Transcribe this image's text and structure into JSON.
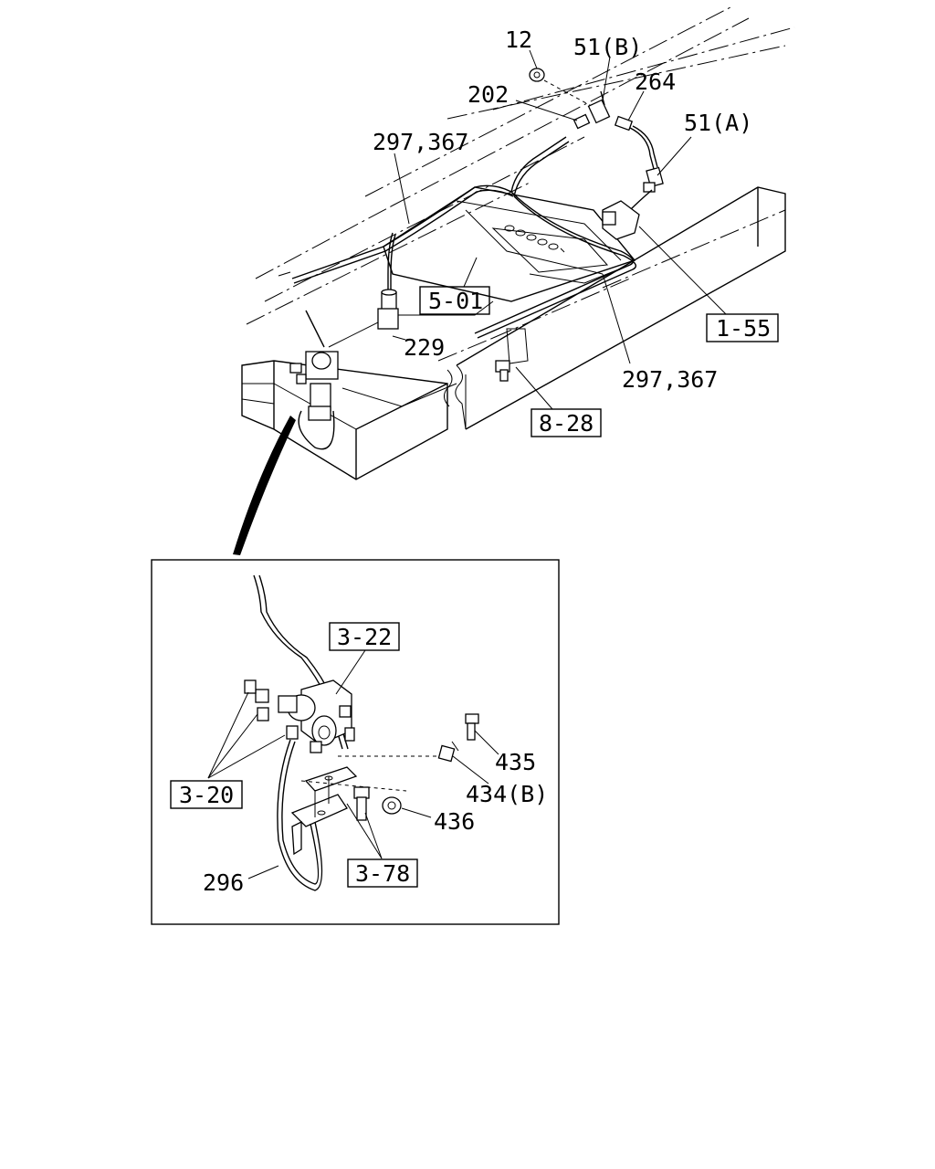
{
  "callouts": {
    "c12": "12",
    "c51b": "51(B)",
    "c202": "202",
    "c264": "264",
    "c297a": "297,367",
    "c51a": "51(A)",
    "c229": "229",
    "c297b": "297,367",
    "c296": "296",
    "c435": "435",
    "c434b": "434(B)",
    "c436": "436"
  },
  "references": {
    "r501": "5-01",
    "r155": "1-55",
    "r828": "8-28",
    "r322": "3-22",
    "r320": "3-20",
    "r378": "3-78"
  },
  "icons": {
    "detail_pointer": "arrow-wedge-icon"
  }
}
